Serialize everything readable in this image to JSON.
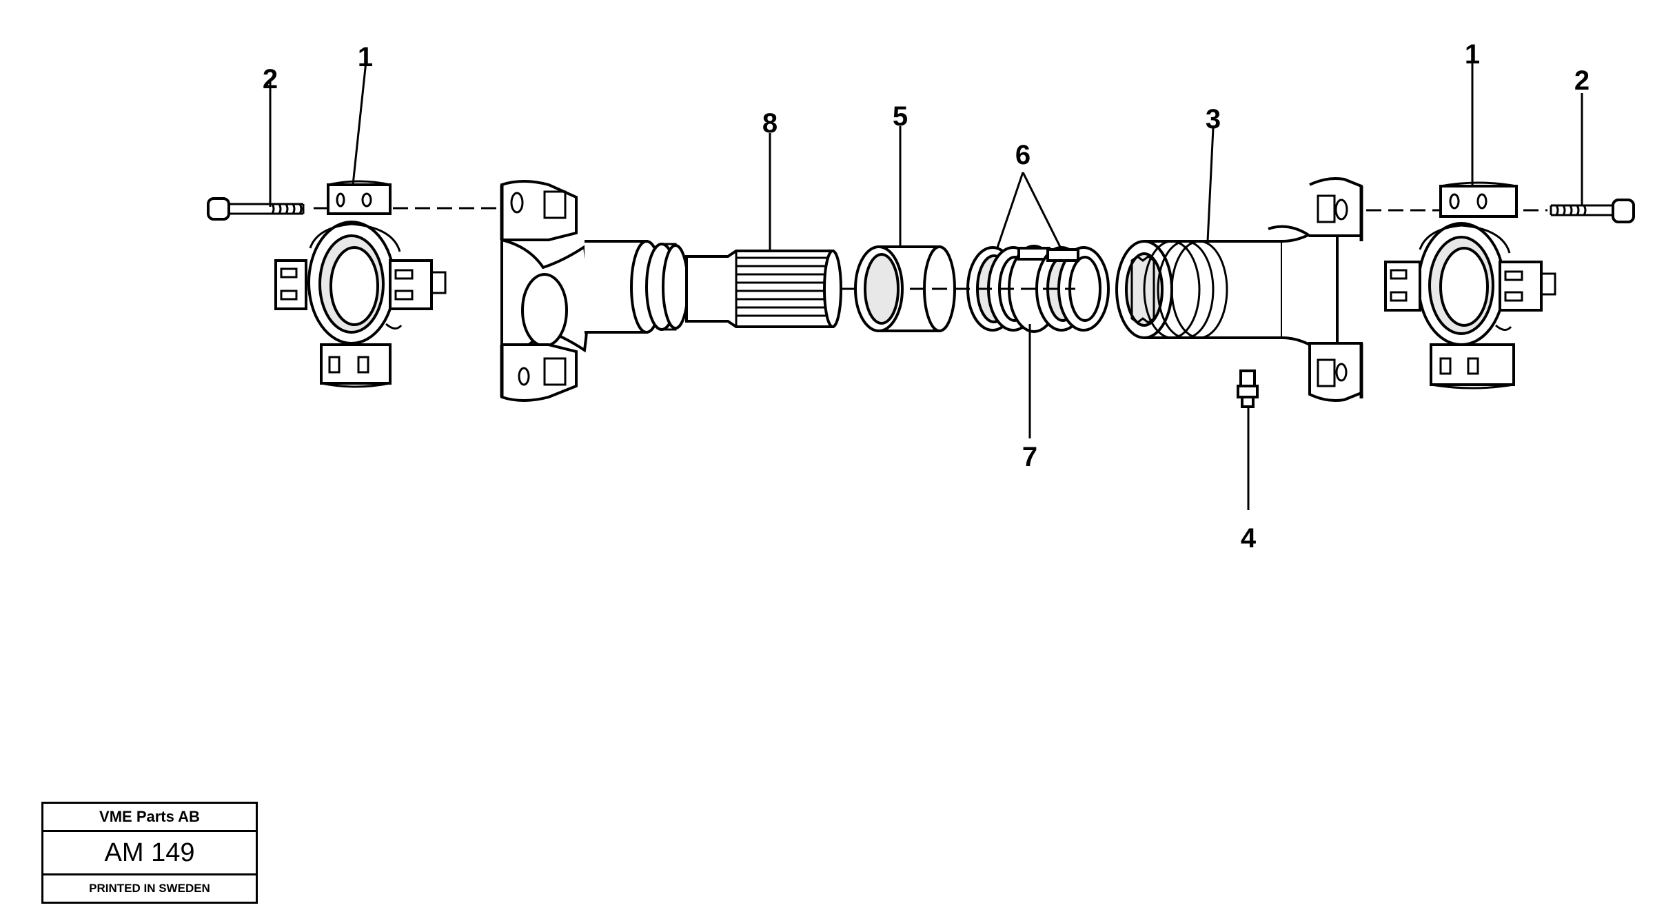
{
  "diagram": {
    "callouts": [
      {
        "id": "c1l",
        "text": "1"
      },
      {
        "id": "c2l",
        "text": "2"
      },
      {
        "id": "c8",
        "text": "8"
      },
      {
        "id": "c5",
        "text": "5"
      },
      {
        "id": "c6",
        "text": "6"
      },
      {
        "id": "c3",
        "text": "3"
      },
      {
        "id": "c1r",
        "text": "1"
      },
      {
        "id": "c2r",
        "text": "2"
      },
      {
        "id": "c7",
        "text": "7"
      },
      {
        "id": "c4",
        "text": "4"
      }
    ]
  },
  "title_block": {
    "company": "VME Parts AB",
    "code": "AM 149",
    "printed": "PRINTED IN SWEDEN"
  }
}
